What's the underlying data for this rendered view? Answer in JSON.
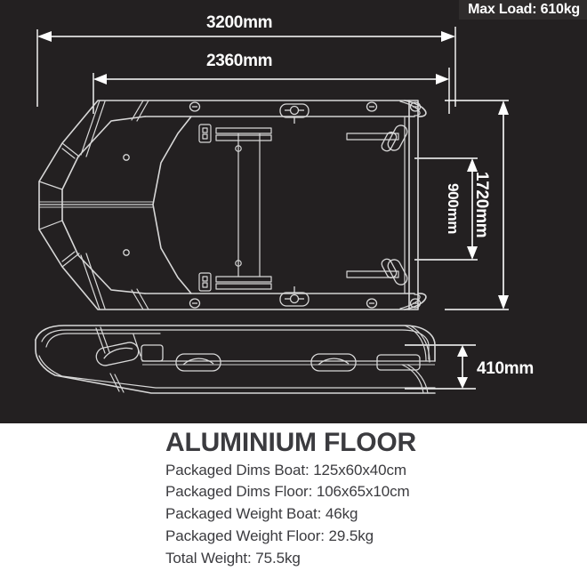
{
  "badge": {
    "max_load_label": "Max Load: 610kg"
  },
  "dimensions": {
    "overall_length": "3200mm",
    "inner_length": "2360mm",
    "overall_beam": "1720mm",
    "inner_beam": "900mm",
    "tube_height": "410mm"
  },
  "spec": {
    "title": "ALUMINIUM FLOOR",
    "lines": [
      "Packaged Dims Boat: 125x60x40cm",
      "Packaged Dims Floor: 106x65x10cm",
      "Packaged Weight Boat: 46kg",
      "Packaged Weight Floor: 29.5kg",
      "Total Weight: 75.5kg"
    ]
  },
  "colors": {
    "panel_background": "#232021",
    "badge_background": "#2f2c2c",
    "line": "#d8d8d8",
    "dim_text": "#ffffff",
    "spec_text": "#3b3b3f",
    "spec_background": "#ffffff"
  },
  "views": {
    "top_view_label": "top-view-inflatable-boat",
    "side_view_label": "side-view-inflatable-boat"
  }
}
